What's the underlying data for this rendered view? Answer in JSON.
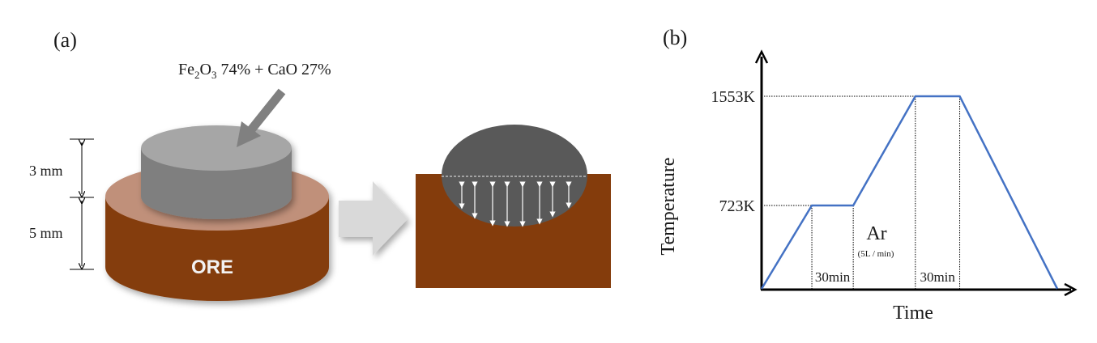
{
  "panel_a": {
    "label": "(a)",
    "composition": {
      "part1": "Fe",
      "sub1": "2",
      "part2": "O",
      "sub2": "3",
      "rest": " 74% + CaO 27%"
    },
    "pellet_height": "3 mm",
    "ore_height": "5 mm",
    "ore_label": "ORE",
    "colors": {
      "ore": "#843C0C",
      "ore_top": "#C0907A",
      "pellet_top": "#A6A6A6",
      "pellet_side": "#7F7F7F",
      "melt": "#595959",
      "arrow": "#D9D9D9"
    }
  },
  "panel_b": {
    "label": "(b)",
    "annotation_gas": "Ar",
    "annotation_flow": "(5L / min)",
    "line_color": "#4472C4"
  },
  "chart_data": {
    "type": "line",
    "title": "",
    "xlabel": "Time",
    "ylabel": "Temperature",
    "ytick_labels": [
      "723K",
      "1553K"
    ],
    "yticks": [
      723,
      1553
    ],
    "segments": [
      {
        "label": "30min",
        "from_index": 1,
        "to_index": 2
      },
      {
        "label": "30min",
        "from_index": 3,
        "to_index": 4
      }
    ],
    "x_relative": [
      0,
      0.17,
      0.31,
      0.52,
      0.67,
      1.0
    ],
    "y": [
      298,
      723,
      723,
      1553,
      1553,
      298
    ],
    "grid": false
  }
}
